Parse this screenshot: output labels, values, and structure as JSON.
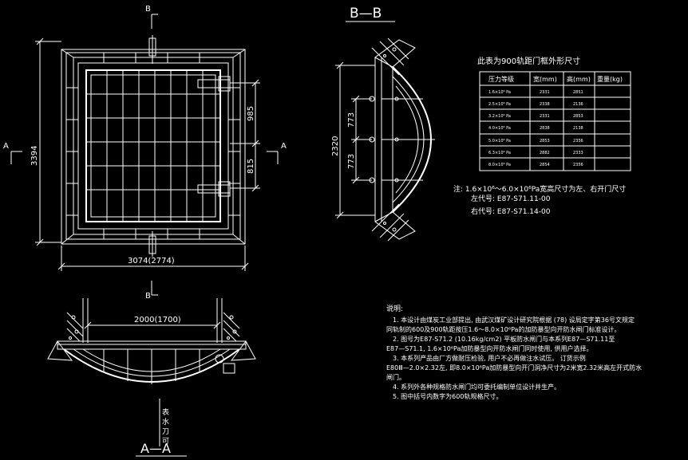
{
  "labels": {
    "section_b_top": "B",
    "section_b_bottom": "B",
    "section_a_left": "A",
    "section_a_right": "A",
    "title_bb": "B—B",
    "title_aa": "A—A",
    "vertical_note": "表水刀可"
  },
  "plan_dims": {
    "height": "3394",
    "width": "3074(2774)",
    "upper": "985",
    "lower": "815"
  },
  "bb_dims": {
    "total": "2320",
    "upper": "773",
    "lower": "773"
  },
  "aa_dims": {
    "width": "2000(1700)"
  },
  "table": {
    "title": "此表为900轨距门框外形尺寸",
    "headers": [
      "压力等级",
      "宽(mm)",
      "高(mm)",
      "重量(kg)"
    ],
    "rows": [
      [
        "1.6×10⁶ Pa",
        "2331",
        "2851",
        ""
      ],
      [
        "2.5×10⁶ Pa",
        "2338",
        "2136",
        ""
      ],
      [
        "3.2×10⁶ Pa",
        "2331",
        "2853",
        ""
      ],
      [
        "4.0×10⁶ Pa",
        "2838",
        "2138",
        ""
      ],
      [
        "5.0×10⁶ Pa",
        "2853",
        "2356",
        ""
      ],
      [
        "6.3×10⁶ Pa",
        "2882",
        "2333",
        ""
      ],
      [
        "8.0×10⁶ Pa",
        "2854",
        "2356",
        ""
      ]
    ]
  },
  "side_note": {
    "line1": "注: 1.6×10⁶～6.0×10⁶Pa宽高尺寸为左、右开门尺寸",
    "line2": "左代号: E87-S71.11-00",
    "line3": "右代号: E87-S71.14-00"
  },
  "notes": {
    "heading": "说明:",
    "lines": [
      "1. 本设计由煤炭工业部提出, 由武汉煤矿设计研究院根据 (78) 设局定字第36号文规定",
      "同轨制的600及900轨距按压1.6～8.0×10⁶Pa的加防暴型向开防水闸门标准设计。",
      "2. 图号为E87-S71.2 (10.16kg/cm2) 平板防水闸门与本系列E87—S71.11至",
      "E87—S71.1, 1.6×10⁶Pa加防暴型向开防水闸门同时使用, 供用户选择。",
      "3. 本系列产品由厂方做耐压检验, 用户不必再做注水试压。 订货示例",
      "E80Ⅲ—2.0×2.32左, 即8.0×10⁶Pa加防暴型向开门洞净尺寸为2米宽2.32米高左开式防水",
      "闸门。",
      "4. 系列外各种规格防水闸门均可委托编制单位设计并生产。",
      "5. 图中括号内数字为600轨规格尺寸。"
    ]
  }
}
